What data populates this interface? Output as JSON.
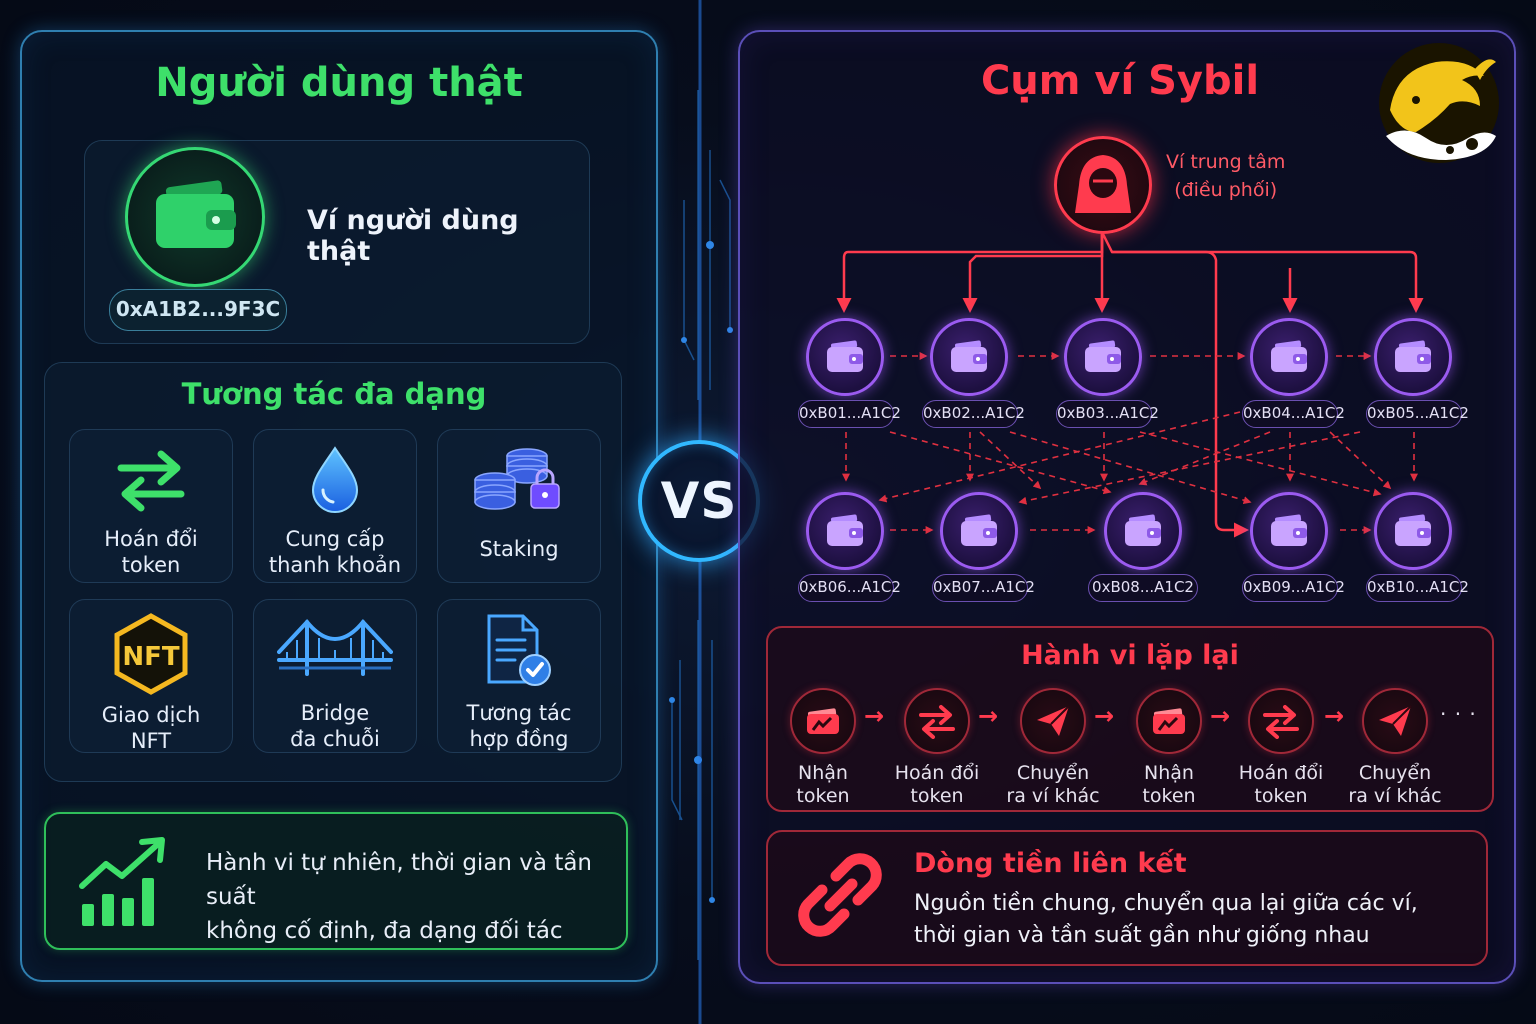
{
  "left": {
    "title": "Người dùng thật",
    "wallet_label": "Ví người dùng thật",
    "wallet_address": "0xA1B2...9F3C",
    "interactions_title": "Tương tác đa dạng",
    "interactions": [
      {
        "label": "Hoán đổi\ntoken",
        "icon": "swap-arrows-icon"
      },
      {
        "label": "Cung cấp\nthanh khoản",
        "icon": "liquidity-drop-icon"
      },
      {
        "label": "Staking",
        "icon": "coin-stack-lock-icon"
      },
      {
        "label": "Giao dịch\nNFT",
        "icon": "nft-hexagon-icon",
        "icon_text": "NFT"
      },
      {
        "label": "Bridge\nđa chuỗi",
        "icon": "bridge-icon"
      },
      {
        "label": "Tương tác\nhợp đồng",
        "icon": "contract-check-icon"
      }
    ],
    "summary_line1": "Hành vi tự nhiên, thời gian và tần suất",
    "summary_line2": "không cố định, đa dạng đối tác"
  },
  "vs_label": "VS",
  "right": {
    "title": "Cụm ví Sybil",
    "central_label_line1": "Ví trung tâm",
    "central_label_line2": "(điều phối)",
    "wallets_row1": [
      "0xB01...A1C2",
      "0xB02...A1C2",
      "0xB03...A1C2",
      "0xB04...A1C2",
      "0xB05...A1C2"
    ],
    "wallets_row2": [
      "0xB06...A1C2",
      "0xB07...A1C2",
      "0xB08...A1C2",
      "0xB09...A1C2",
      "0xB10...A1C2"
    ],
    "behavior_title": "Hành vi lặp lại",
    "behavior_steps": [
      {
        "label": "Nhận\ntoken",
        "icon": "receive-token-icon"
      },
      {
        "label": "Hoán đổi\ntoken",
        "icon": "swap-icon"
      },
      {
        "label": "Chuyển\nra ví khác",
        "icon": "send-plane-icon"
      },
      {
        "label": "Nhận\ntoken",
        "icon": "receive-token-icon"
      },
      {
        "label": "Hoán đổi\ntoken",
        "icon": "swap-icon"
      },
      {
        "label": "Chuyển\nra ví khác",
        "icon": "send-plane-icon"
      }
    ],
    "ellipsis": "· · ·",
    "linked_title": "Dòng tiền liên kết",
    "linked_line1": "Nguồn tiền chung, chuyển qua lại giữa các ví,",
    "linked_line2": "thời gian và tần suất gần như giống nhau"
  },
  "colors": {
    "green_accent": "#3ee06a",
    "red_accent": "#ff3b4e",
    "purple_node": "#9b5bf0",
    "blue_border": "#2f7fb0"
  }
}
